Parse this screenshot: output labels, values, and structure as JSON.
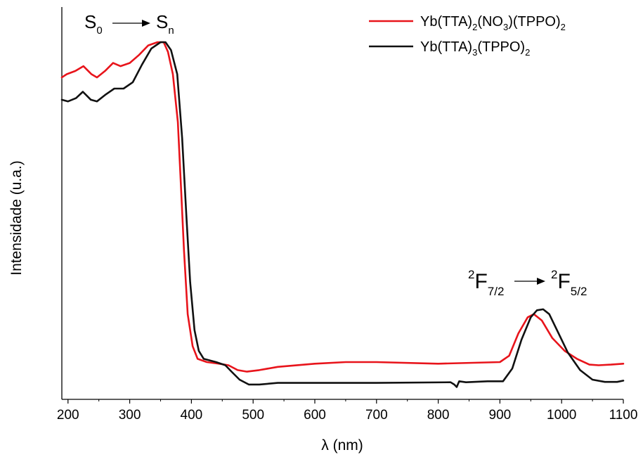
{
  "chart_data": {
    "type": "line",
    "title": "",
    "xlabel": "λ (nm)",
    "ylabel": "Intensidade (u.a.)",
    "xlim": [
      190,
      1100
    ],
    "ylim": [
      0,
      1
    ],
    "x_ticks": [
      200,
      300,
      400,
      500,
      600,
      700,
      800,
      900,
      1000,
      1100
    ],
    "y_ticks_shown": false,
    "grid": false,
    "legend_position": "top-right",
    "annotations": {
      "uv": {
        "start": "S",
        "start_sub": "0",
        "end": "S",
        "end_sub": "n"
      },
      "f": {
        "start_sup": "2",
        "start": "F",
        "start_sub": "7/2",
        "end_sup": "2",
        "end": "F",
        "end_sub": "5/2"
      }
    },
    "series": [
      {
        "legend": {
          "p1": "Yb(TTA)",
          "s1": "2",
          "p2": "(NO",
          "s2": "3",
          "p3": ")(TPPO)",
          "s3": "2"
        },
        "color": "#e8141b",
        "points": [
          [
            190,
            0.89
          ],
          [
            198,
            0.9
          ],
          [
            212,
            0.91
          ],
          [
            225,
            0.925
          ],
          [
            238,
            0.9
          ],
          [
            247,
            0.89
          ],
          [
            260,
            0.91
          ],
          [
            273,
            0.935
          ],
          [
            285,
            0.925
          ],
          [
            300,
            0.935
          ],
          [
            315,
            0.96
          ],
          [
            330,
            0.99
          ],
          [
            345,
            1.0
          ],
          [
            355,
            1.0
          ],
          [
            362,
            0.97
          ],
          [
            370,
            0.9
          ],
          [
            378,
            0.75
          ],
          [
            383,
            0.55
          ],
          [
            388,
            0.35
          ],
          [
            394,
            0.15
          ],
          [
            402,
            0.05
          ],
          [
            410,
            0.01
          ],
          [
            425,
            0.0
          ],
          [
            445,
            -0.005
          ],
          [
            460,
            -0.01
          ],
          [
            475,
            -0.025
          ],
          [
            490,
            -0.03
          ],
          [
            510,
            -0.025
          ],
          [
            540,
            -0.015
          ],
          [
            600,
            -0.005
          ],
          [
            650,
            0.0
          ],
          [
            700,
            0.0
          ],
          [
            800,
            -0.005
          ],
          [
            900,
            0.0
          ],
          [
            915,
            0.02
          ],
          [
            930,
            0.09
          ],
          [
            945,
            0.14
          ],
          [
            955,
            0.15
          ],
          [
            968,
            0.13
          ],
          [
            985,
            0.075
          ],
          [
            1005,
            0.035
          ],
          [
            1025,
            0.01
          ],
          [
            1045,
            -0.008
          ],
          [
            1060,
            -0.01
          ],
          [
            1080,
            -0.008
          ],
          [
            1100,
            -0.005
          ]
        ]
      },
      {
        "legend": {
          "p1": "Yb(TTA)",
          "s1": "3",
          "p2": "(TPPO)",
          "s2": "2"
        },
        "color": "#111111",
        "points": [
          [
            190,
            0.82
          ],
          [
            200,
            0.815
          ],
          [
            213,
            0.825
          ],
          [
            224,
            0.845
          ],
          [
            237,
            0.82
          ],
          [
            247,
            0.815
          ],
          [
            260,
            0.835
          ],
          [
            275,
            0.855
          ],
          [
            290,
            0.855
          ],
          [
            305,
            0.875
          ],
          [
            320,
            0.93
          ],
          [
            335,
            0.98
          ],
          [
            350,
            1.0
          ],
          [
            358,
            1.0
          ],
          [
            367,
            0.975
          ],
          [
            377,
            0.9
          ],
          [
            385,
            0.7
          ],
          [
            392,
            0.45
          ],
          [
            398,
            0.25
          ],
          [
            405,
            0.1
          ],
          [
            412,
            0.035
          ],
          [
            420,
            0.01
          ],
          [
            440,
            0.0
          ],
          [
            455,
            -0.01
          ],
          [
            465,
            -0.03
          ],
          [
            478,
            -0.055
          ],
          [
            493,
            -0.07
          ],
          [
            510,
            -0.07
          ],
          [
            540,
            -0.065
          ],
          [
            600,
            -0.065
          ],
          [
            700,
            -0.065
          ],
          [
            820,
            -0.063
          ],
          [
            826,
            -0.07
          ],
          [
            830,
            -0.078
          ],
          [
            834,
            -0.06
          ],
          [
            845,
            -0.063
          ],
          [
            880,
            -0.06
          ],
          [
            905,
            -0.06
          ],
          [
            920,
            -0.02
          ],
          [
            935,
            0.07
          ],
          [
            950,
            0.14
          ],
          [
            960,
            0.162
          ],
          [
            970,
            0.165
          ],
          [
            980,
            0.15
          ],
          [
            995,
            0.09
          ],
          [
            1010,
            0.03
          ],
          [
            1030,
            -0.025
          ],
          [
            1050,
            -0.055
          ],
          [
            1070,
            -0.062
          ],
          [
            1090,
            -0.062
          ],
          [
            1100,
            -0.058
          ]
        ]
      }
    ]
  }
}
